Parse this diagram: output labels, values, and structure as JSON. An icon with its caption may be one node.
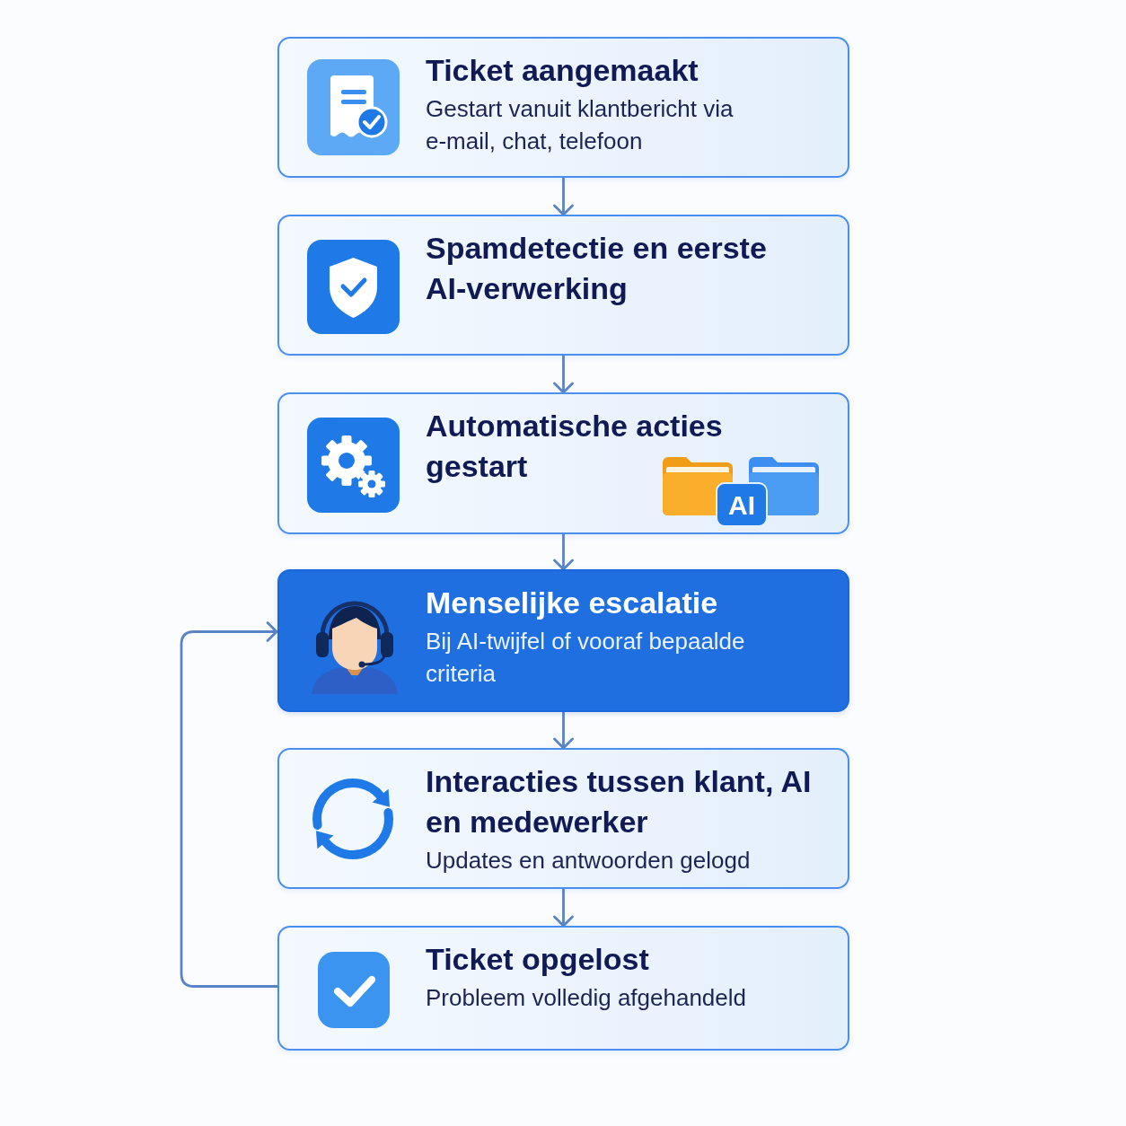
{
  "diagram": {
    "nodes": [
      {
        "text": [
          "Ticket aangemaakt",
          "Gestart vanuit klantbericht via e-mail, chat, telefoon"
        ]
      },
      {
        "text": [
          "Spamdetectie en eerste AI-verwerking"
        ]
      },
      {
        "text": [
          "Automatische acties gestart"
        ]
      },
      {
        "text": [
          "Menselijke escalatie",
          "Bij AI-twijfel of vooraf bepaalde criteria"
        ]
      },
      {
        "text": [
          "Interacties tussen klant, AI en medewerker",
          "Updates en antwoorden gelogd"
        ]
      },
      {
        "text": [
          "Ticket opgelost",
          "Probleem volledig afgehandeld"
        ]
      }
    ],
    "edges": [
      {
        "from": 0,
        "to": 1,
        "arrow": "to"
      },
      {
        "from": 1,
        "to": 2,
        "arrow": "to"
      },
      {
        "from": 2,
        "to": 3,
        "arrow": "to"
      },
      {
        "from": 3,
        "to": 4,
        "arrow": "to"
      },
      {
        "from": 4,
        "to": 5,
        "arrow": "to"
      },
      {
        "from": 5,
        "to": 3,
        "arrow": "to"
      }
    ],
    "labels": [
      "AI"
    ]
  }
}
